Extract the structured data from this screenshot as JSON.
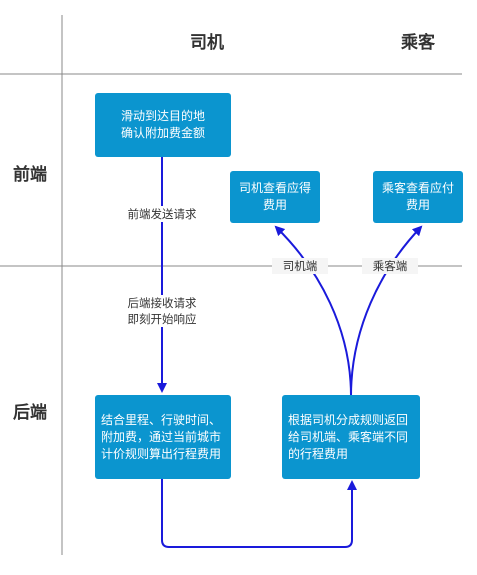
{
  "columns": {
    "driver": "司机",
    "passenger": "乘客"
  },
  "rows": {
    "frontend": "前端",
    "backend": "后端"
  },
  "boxes": {
    "slide": "滑动到达目的地\n确认附加费金额",
    "driver_view": "司机查看应得\n费用",
    "passenger_view": "乘客查看应付\n费用",
    "calc": "结合里程、行驶时间、\n附加费，通过当前城市\n计价规则算出行程费用",
    "return": "根据司机分成规则返回\n给司机端、乘客端不同\n的行程费用"
  },
  "labels": {
    "send": "前端发送请求",
    "receive": "后端接收请求\n即刻开始响应",
    "driver_end": "司机端",
    "passenger_end": "乘客端"
  },
  "colors": {
    "box": "#0b95cf",
    "arrow": "#1a1adb",
    "grid": "#888888"
  }
}
